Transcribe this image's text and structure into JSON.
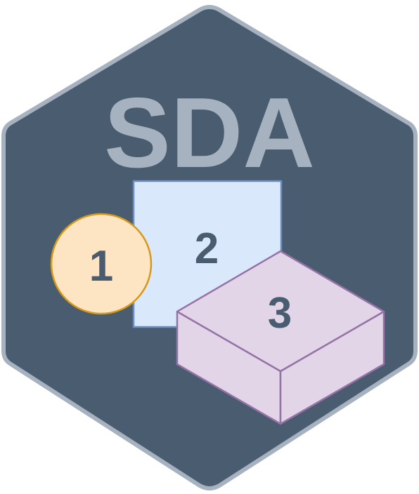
{
  "logo": {
    "title": "SDA",
    "items": [
      {
        "label": "1",
        "shape": "circle"
      },
      {
        "label": "2",
        "shape": "square"
      },
      {
        "label": "3",
        "shape": "box"
      }
    ]
  },
  "colors": {
    "hex_fill": "#4a5c70",
    "hex_border": "#a6b2bf",
    "title": "#a6b2bf",
    "number": "#4a5c70",
    "circle_fill": "#fde5c3",
    "circle_stroke": "#d69a1a",
    "square_fill": "#dae8fc",
    "square_stroke": "#6c8ebf",
    "box_fill": "#e1d5e7",
    "box_stroke": "#9673a6"
  }
}
